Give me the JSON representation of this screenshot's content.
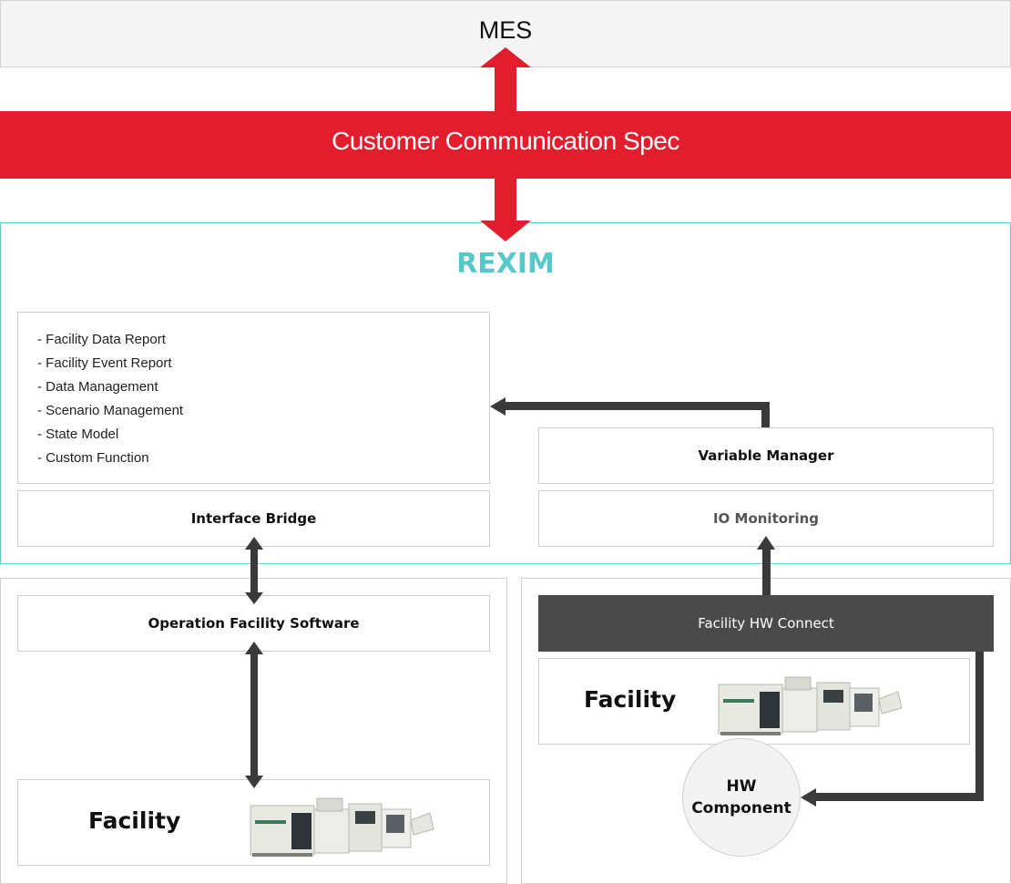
{
  "mes": {
    "title": "MES"
  },
  "spec": {
    "title": "Customer Communication Spec"
  },
  "rexim": {
    "title": "REXIM",
    "functions": [
      "- Facility Data Report",
      "- Facility Event Report",
      "- Data Management",
      "- Scenario Management",
      "- State Model",
      "- Custom Function"
    ],
    "interface_bridge": "Interface Bridge",
    "variable_manager": "Variable Manager",
    "io_monitoring": "IO Monitoring"
  },
  "left": {
    "operation_software": "Operation Facility Software",
    "facility_label": "Facility"
  },
  "right": {
    "hw_connect": "Facility HW Connect",
    "facility_label": "Facility",
    "hw_component_line1": "HW",
    "hw_component_line2": "Component"
  },
  "colors": {
    "accent_red": "#e21e2e",
    "accent_teal": "#56c8c8",
    "dark_gray": "#4a4a4a",
    "arrow_gray": "#3a3a3a"
  }
}
